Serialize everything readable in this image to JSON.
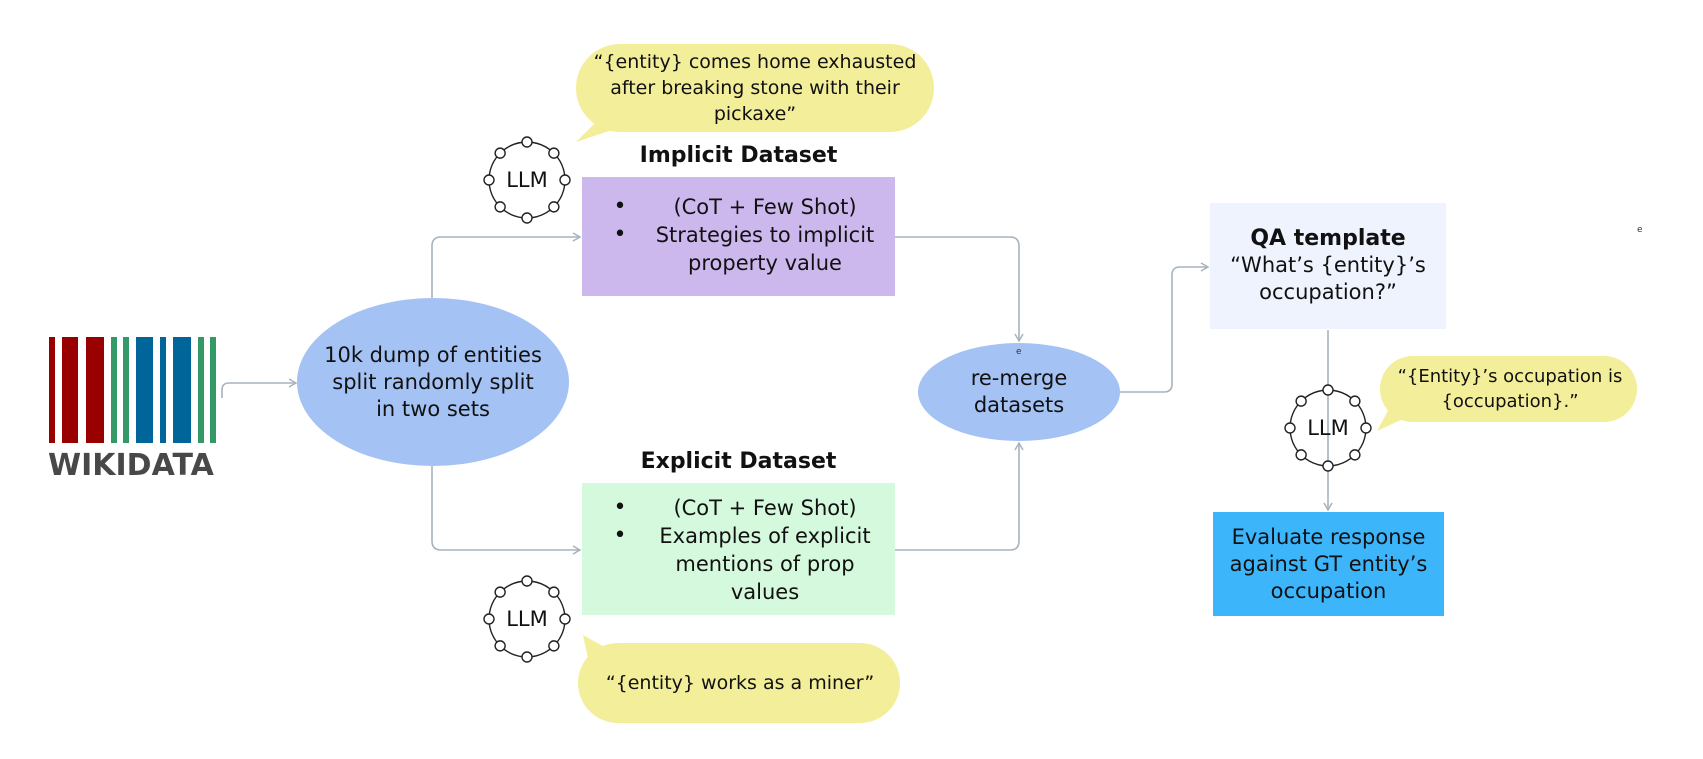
{
  "colors": {
    "connector": "#a7b3bd",
    "ellipse_fill": "#a4c2f4",
    "implicit_fill": "#cdb8ee",
    "explicit_fill": "#d4f9dc",
    "qa_fill": "#eef3fe",
    "evaluate_fill": "#3cb5fb",
    "speech_fill": "#f3ee99",
    "logo_red": "#990000",
    "logo_green": "#339966",
    "logo_blue": "#006699",
    "logo_text": "#484848"
  },
  "logo": {
    "name": "Wikidata logo",
    "text": "WIKIDATA"
  },
  "nodes": {
    "source": {
      "text": "10k dump of entities split randomly split in two sets"
    },
    "implicit": {
      "title": "Implicit Dataset",
      "bullets": [
        "(CoT + Few Shot)",
        "Strategies to implicit property value"
      ]
    },
    "explicit": {
      "title": "Explicit Dataset",
      "bullets": [
        "(CoT + Few Shot)",
        "Examples of explicit mentions of prop values"
      ]
    },
    "merge": {
      "text": "re-merge datasets"
    },
    "qa_template": {
      "title": "QA template",
      "text": "“What’s {entity}’s occupation?”"
    },
    "evaluate": {
      "text": "Evaluate response against GT entity’s occupation"
    }
  },
  "llm_icons": [
    {
      "label": "LLM",
      "role": "implicit-generator"
    },
    {
      "label": "LLM",
      "role": "explicit-generator"
    },
    {
      "label": "LLM",
      "role": "answerer"
    }
  ],
  "speech_bubbles": {
    "implicit_example": "“{entity} comes home exhausted after breaking stone with their pickaxe”",
    "explicit_example": "“{entity} works as a miner”",
    "answer_template": "“{Entity}’s occupation is {occupation}.”"
  },
  "stray_marks": [
    "e",
    "e"
  ]
}
